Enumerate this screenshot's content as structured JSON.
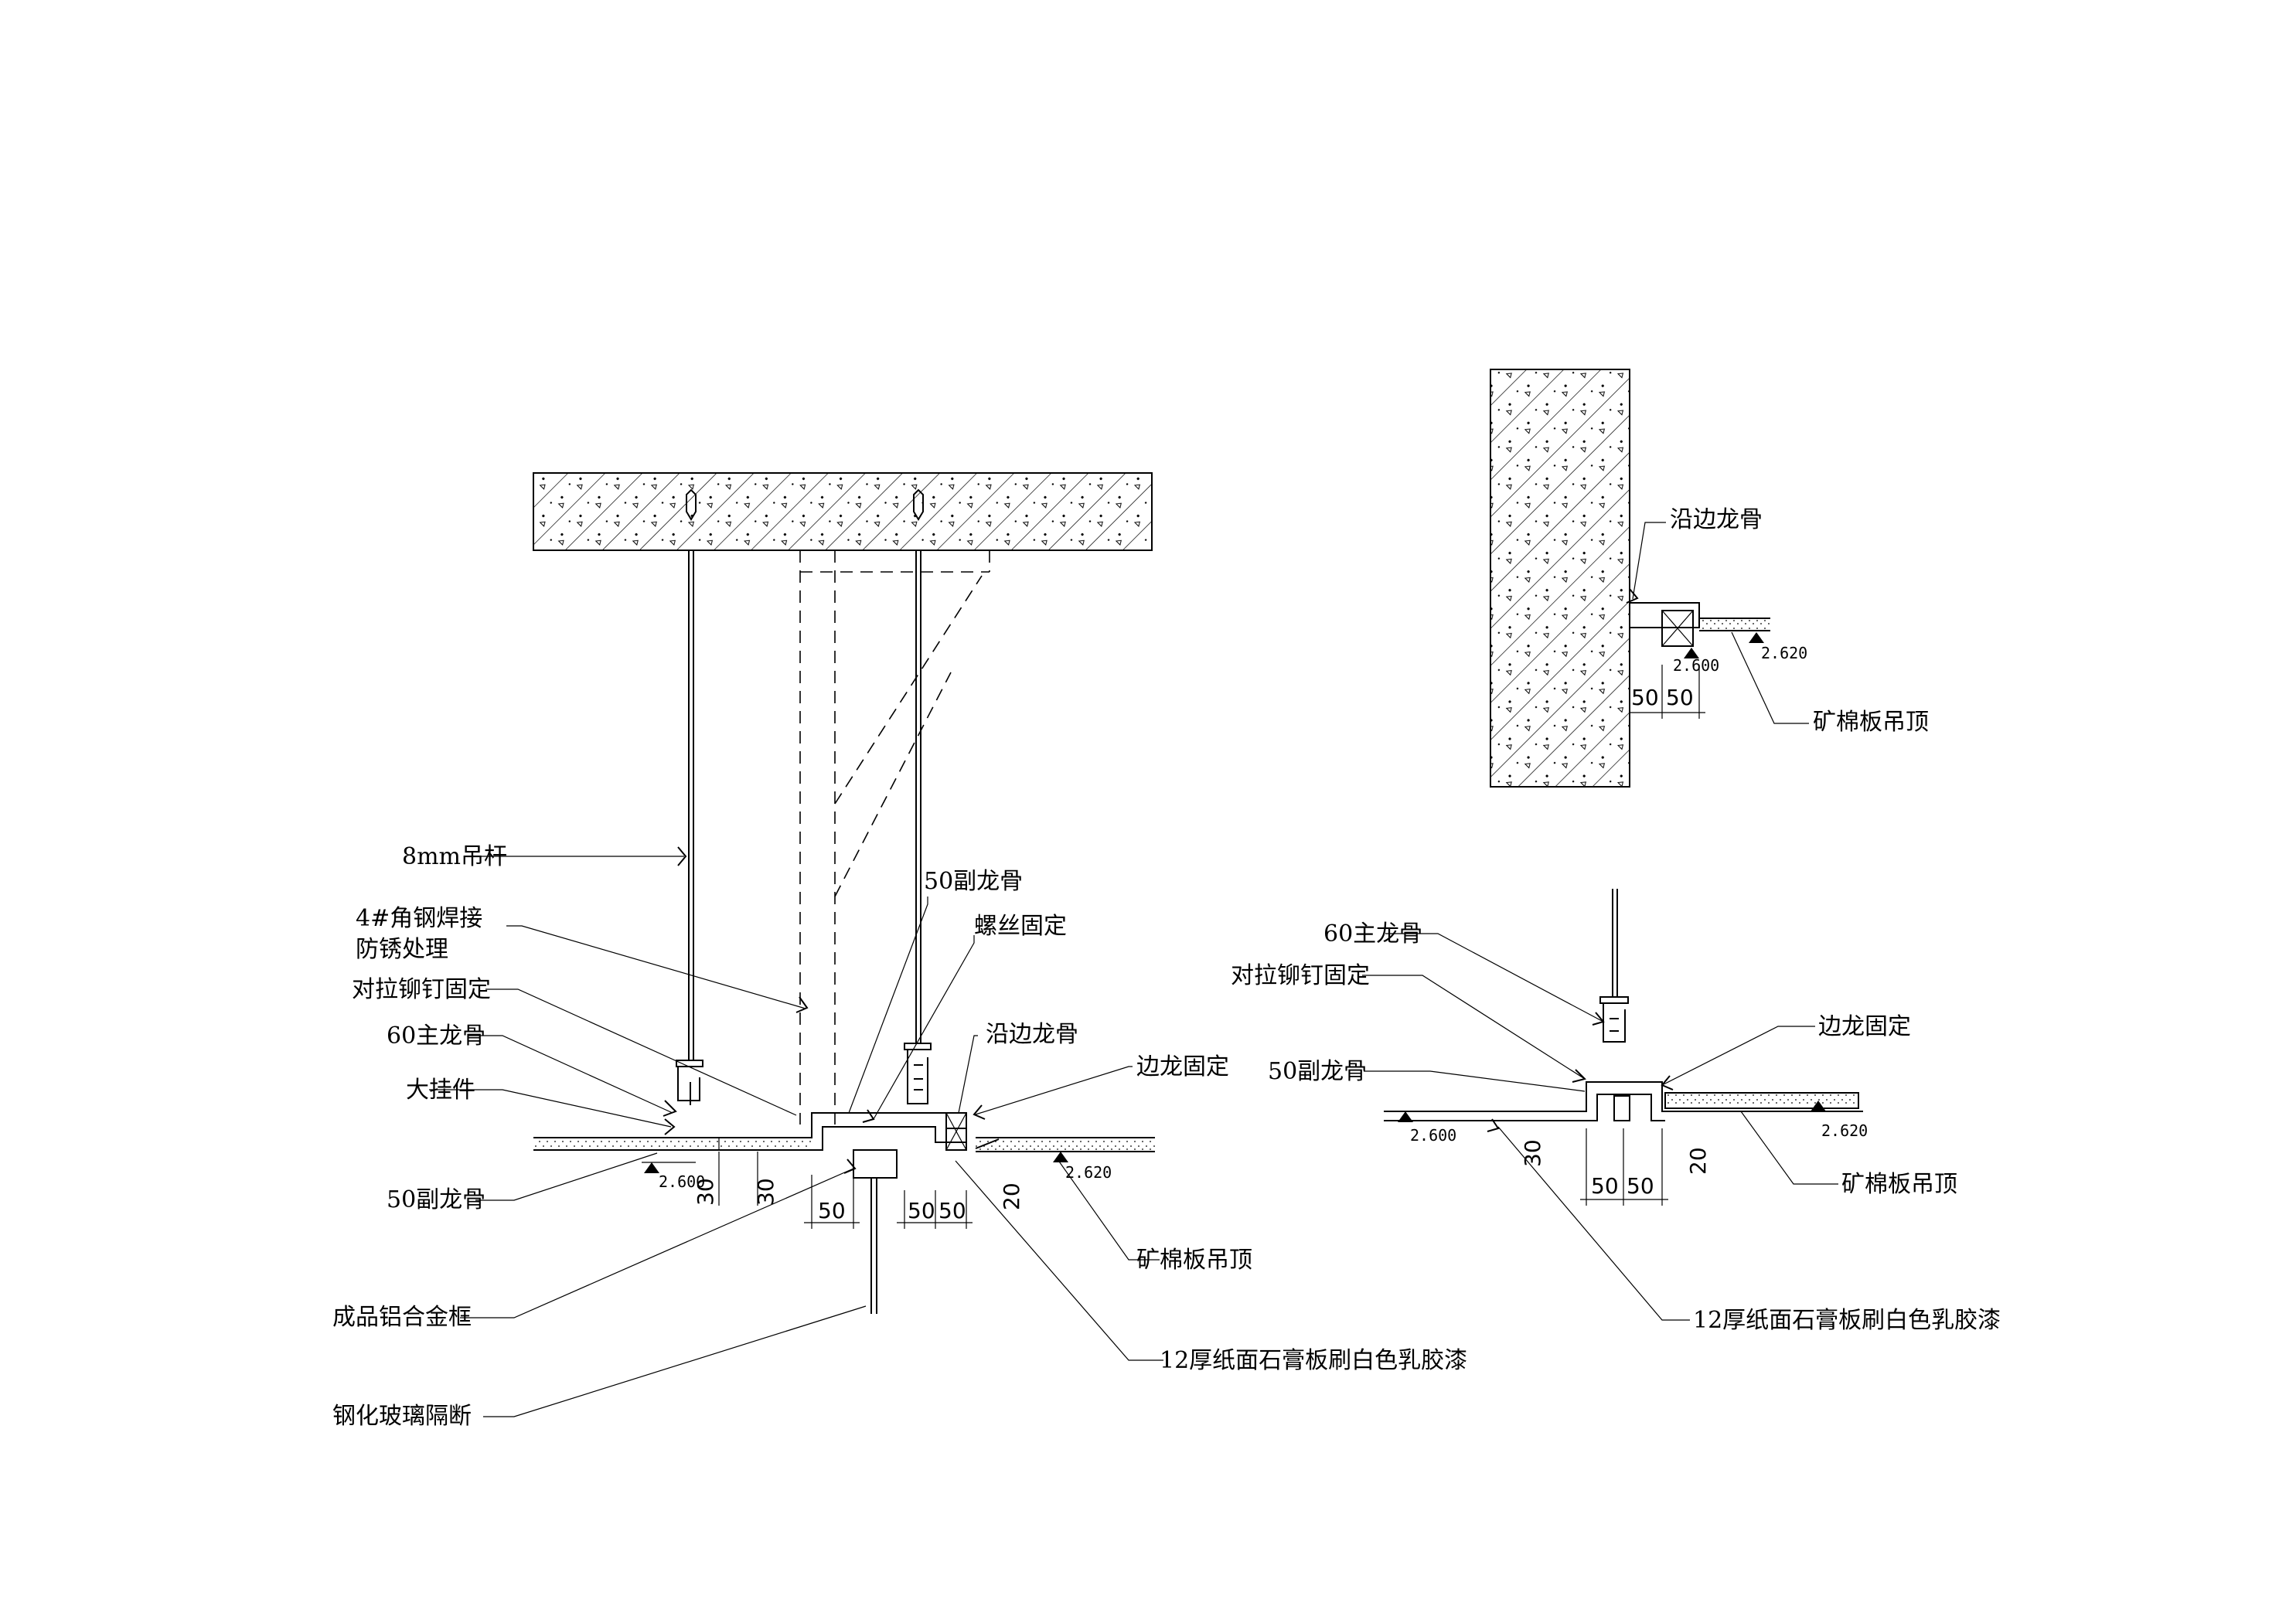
{
  "detail_a": {
    "rod": "8mm吊杆",
    "angle_steel_1": "4#角钢焊接",
    "angle_steel_2": "防锈处理",
    "rivet": "对拉铆钉固定",
    "main_keel": "60主龙骨",
    "hanger": "大挂件",
    "sub_keel_left": "50副龙骨",
    "alu_frame": "成品铝合金框",
    "glass": "钢化玻璃隔断",
    "sub_keel_top": "50副龙骨",
    "screw": "螺丝固定",
    "edge_keel": "沿边龙骨",
    "edge_fix": "边龙固定",
    "mineral_board": "矿棉板吊顶",
    "gypsum": "12厚纸面石膏板刷白色乳胶漆",
    "lvl_left": "2.600",
    "lvl_right": "2.620",
    "dim_30a": "30",
    "dim_30b": "30",
    "dim_50a": "50",
    "dim_50b": "50",
    "dim_50c": "50",
    "dim_20": "20"
  },
  "detail_b": {
    "edge_keel": "沿边龙骨",
    "lvl_left": "2.600",
    "lvl_right": "2.620",
    "dim_50a": "50",
    "dim_50b": "50",
    "mineral_board": "矿棉板吊顶"
  },
  "detail_c": {
    "main_keel": "60主龙骨",
    "rivet": "对拉铆钉固定",
    "sub_keel": "50副龙骨",
    "edge_fix": "边龙固定",
    "lvl_left": "2.600",
    "lvl_right": "2.620",
    "dim_30": "30",
    "dim_50a": "50",
    "dim_50b": "50",
    "dim_20": "20",
    "mineral_board": "矿棉板吊顶",
    "gypsum": "12厚纸面石膏板刷白色乳胶漆"
  }
}
